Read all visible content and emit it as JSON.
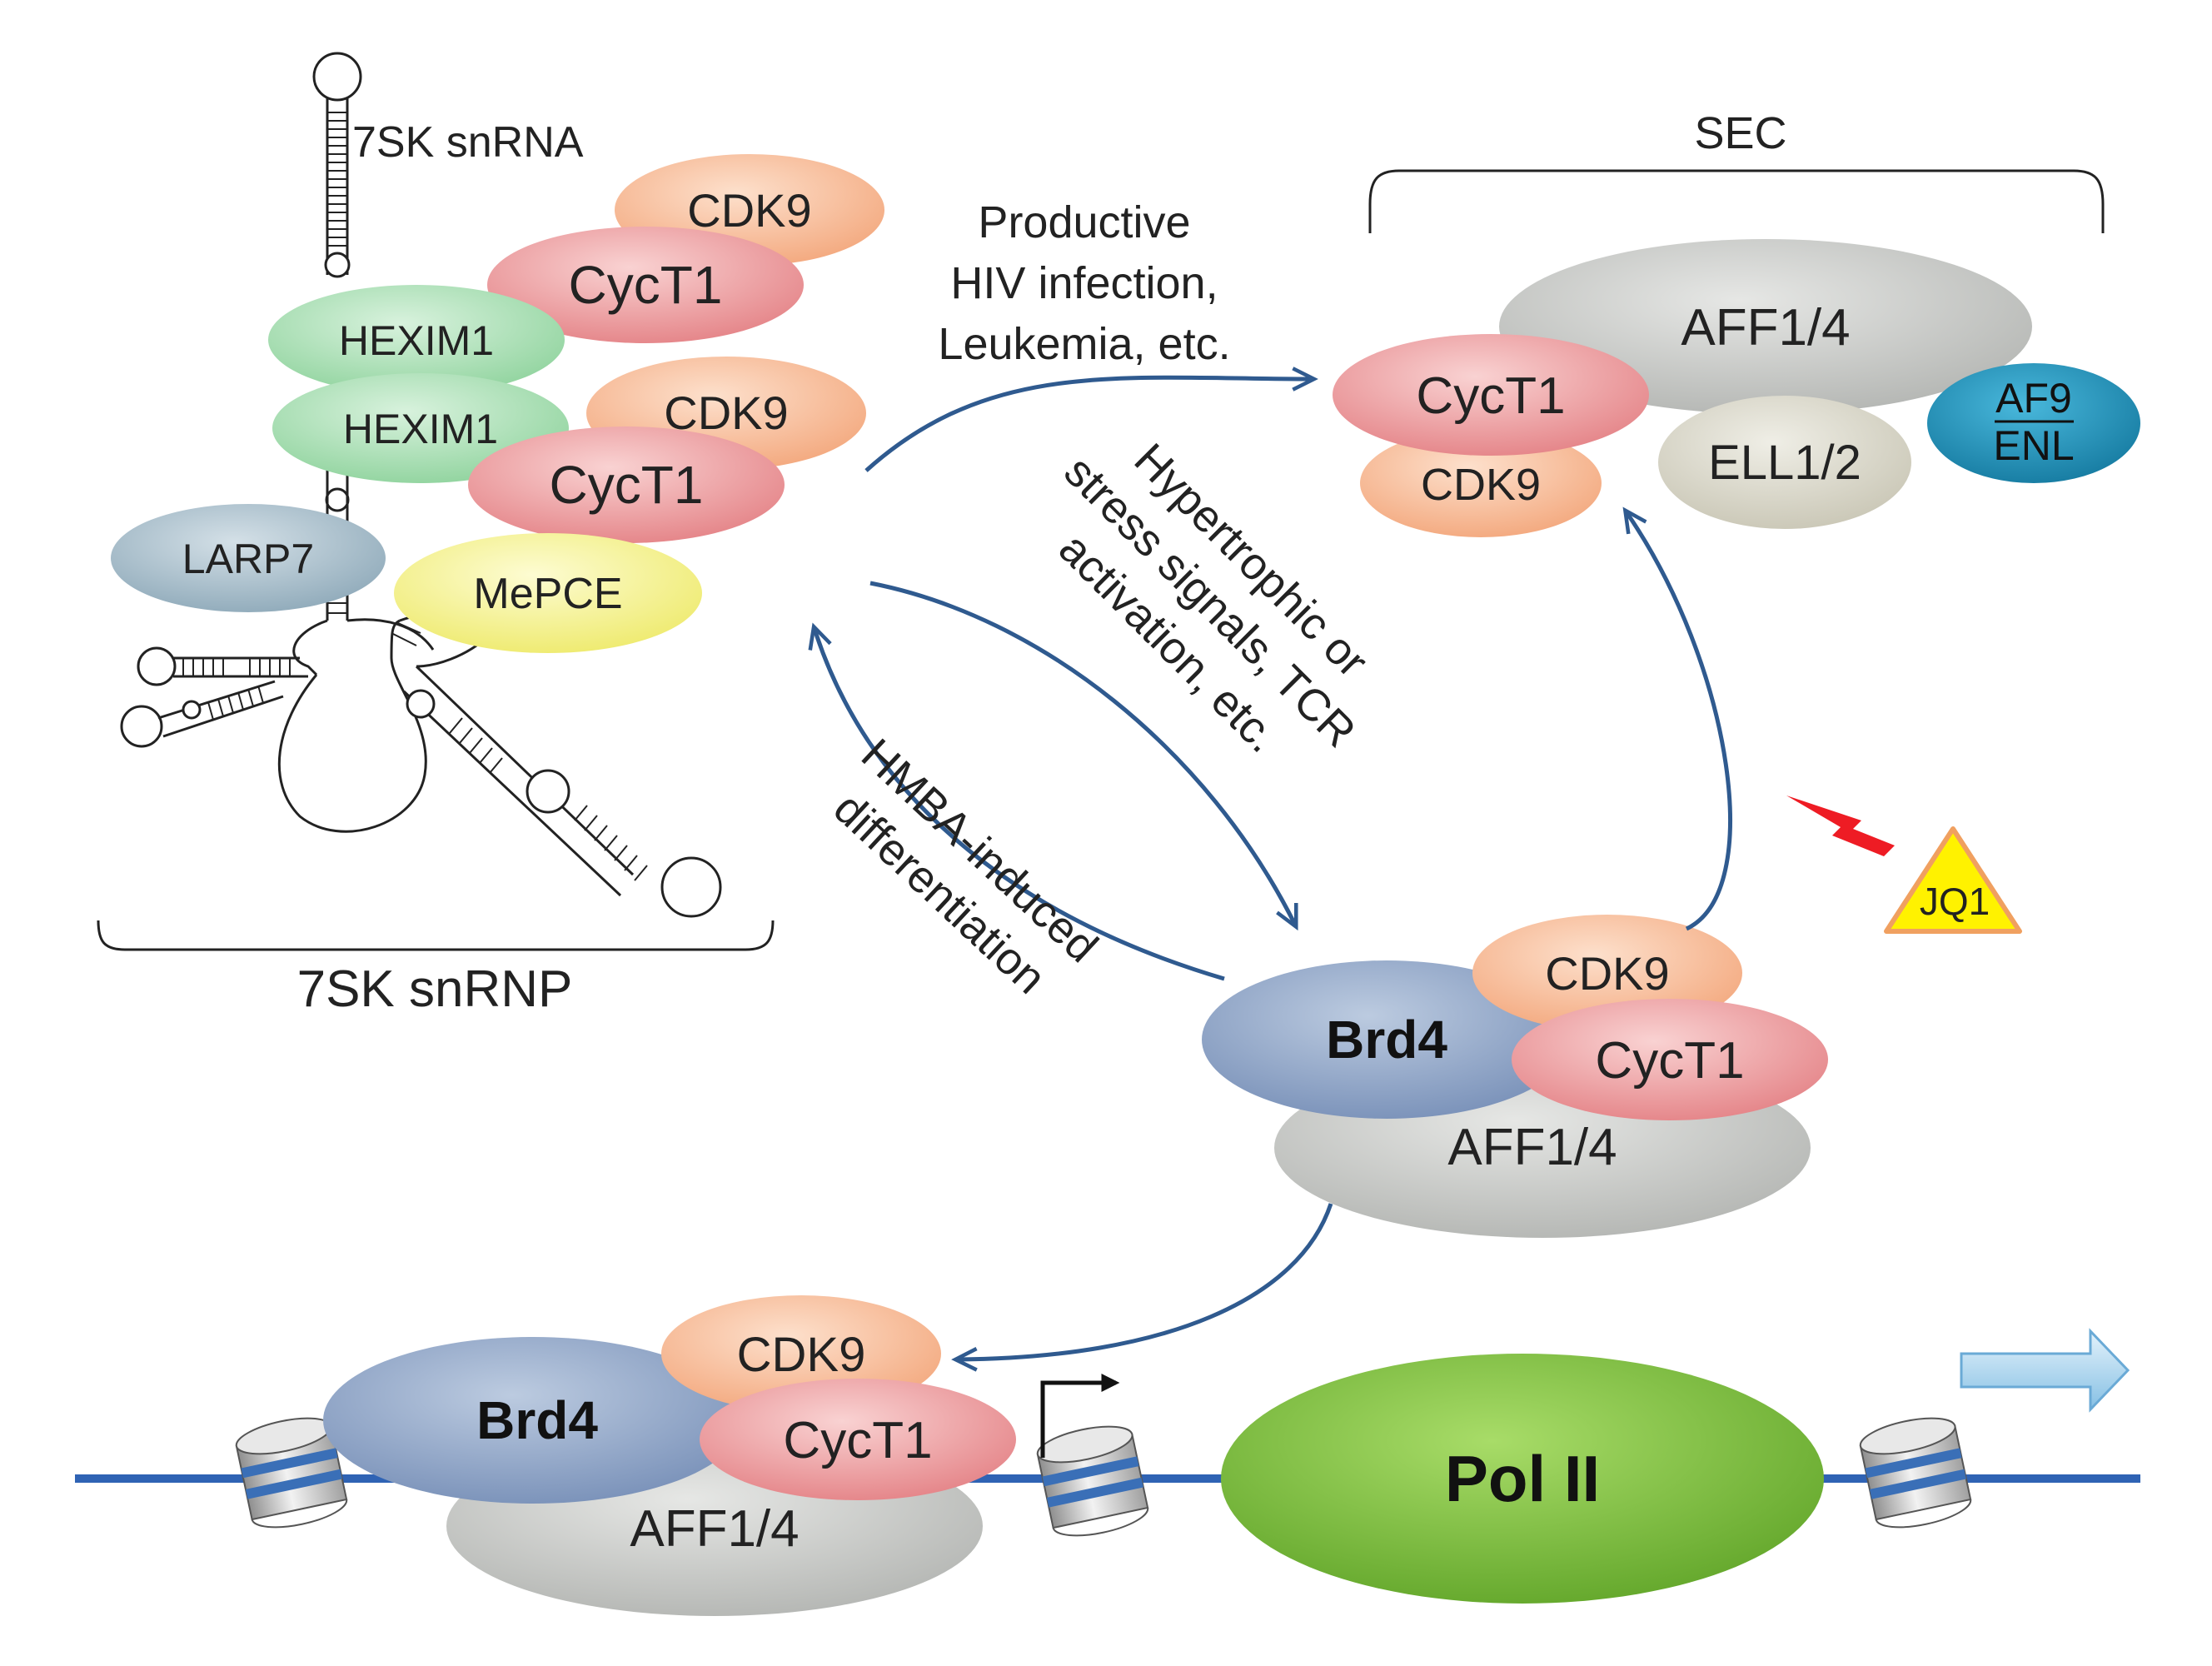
{
  "labels": {
    "snrna": "7SK snRNA",
    "snrnp": "7SK snRNP",
    "sec": "SEC",
    "productive_1": "Productive",
    "productive_2": "HIV infection,",
    "productive_3": "Leukemia, etc.",
    "hyper_1": "Hypertrophic or",
    "hyper_2": "stress signals, TCR",
    "hyper_3": "activation, etc.",
    "hmba_1": "HMBA-induced",
    "hmba_2": "differentiation",
    "jq1": "JQ1"
  },
  "snrnp_complex": {
    "cdk9_top": "CDK9",
    "cyct1_top": "CycT1",
    "hexim1_top": "HEXIM1",
    "hexim1_bottom": "HEXIM1",
    "cdk9_bottom": "CDK9",
    "cyct1_bottom": "CycT1",
    "larp7": "LARP7",
    "mepce": "MePCE"
  },
  "sec_complex": {
    "aff": "AFF1/4",
    "cyct1": "CycT1",
    "cdk9": "CDK9",
    "ell": "ELL1/2",
    "af9": "AF9",
    "enl": "ENL"
  },
  "brd4_complex": {
    "brd4": "Brd4",
    "cdk9": "CDK9",
    "cyct1": "CycT1",
    "aff": "AFF1/4"
  },
  "chromatin_complex": {
    "brd4": "Brd4",
    "cdk9": "CDK9",
    "cyct1": "CycT1",
    "aff": "AFF1/4",
    "pol2": "Pol II"
  },
  "colors": {
    "cdk9": "#f7b894",
    "cyct1": "#ec9a9c",
    "hexim1": "#a7ddb2",
    "larp7": "#a3b9c6",
    "mepce": "#f4f18c",
    "aff": "#c4c6c3",
    "ell": "#d8d6c9",
    "af9_enl": "#1f8fb5",
    "brd4": "#8ea4c6",
    "pol2": "#7cc03a",
    "arrow": "#2f5a8f",
    "dna": "#2f63b4",
    "jq1_fill": "#fff200",
    "jq1_border": "#f0a060",
    "bolt": "#ee1c24"
  }
}
